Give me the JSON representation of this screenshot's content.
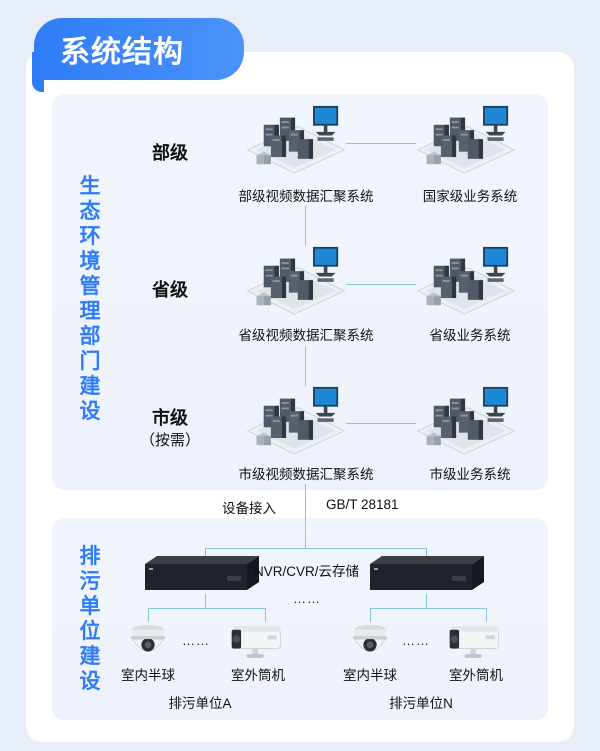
{
  "header": {
    "title": "系统结构"
  },
  "top_section": {
    "vertical_title": "生态环境管理部门建设",
    "levels": [
      {
        "label": "部级",
        "sub": "",
        "left_node": "部级视频数据汇聚系统",
        "right_node": "国家级业务系统"
      },
      {
        "label": "省级",
        "sub": "",
        "left_node": "省级视频数据汇聚系统",
        "right_node": "省级业务系统"
      },
      {
        "label": "市级",
        "sub": "（按需）",
        "left_node": "市级视频数据汇聚系统",
        "right_node": "市级业务系统"
      }
    ]
  },
  "connection": {
    "left_label": "设备接入",
    "right_label": "GB/T 28181"
  },
  "bottom_section": {
    "vertical_title": "排污单位建设",
    "storage_label": "NVR/CVR/云存储",
    "between_dots": "……",
    "camera_dots": "……",
    "units": [
      {
        "unit_label": "排污单位A",
        "indoor": "室内半球",
        "outdoor": "室外筒机"
      },
      {
        "unit_label": "排污单位N",
        "indoor": "室内半球",
        "outdoor": "室外筒机"
      }
    ]
  },
  "colors": {
    "accent": "#2f7cf6",
    "line": "#88c4dc",
    "section_bg": "#eef2fc"
  }
}
